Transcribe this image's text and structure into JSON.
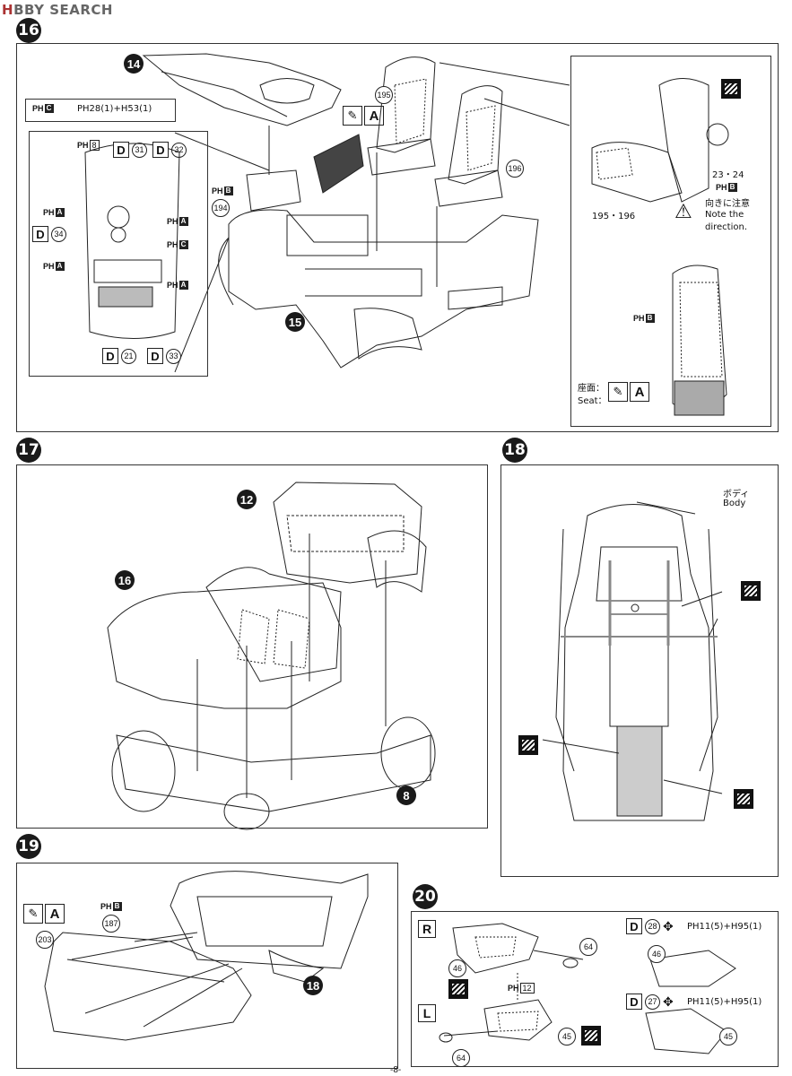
{
  "header": {
    "logo_hb": "H",
    "logo_rest": "BBY SEARCH"
  },
  "steps": {
    "s16": "16",
    "s17": "17",
    "s18": "18",
    "s19": "19",
    "s20": "20"
  },
  "step16": {
    "ph_c_label": "PH",
    "ph_c_letter": "C",
    "ph_mix": "PH28(1)+H53(1)",
    "part14": "14",
    "part15": "15",
    "brush_letter": "A",
    "p195": "195",
    "p196": "196",
    "p194": "194",
    "ph_b_194": "B",
    "inset_ph8": "8",
    "d31": "31",
    "d32": "32",
    "d34": "34",
    "d21": "21",
    "d33": "33",
    "ph_a": "A",
    "ph_c": "C",
    "d_letter": "D",
    "detail_p195_196": "195・196",
    "detail_p23_24": "23・24",
    "detail_ph_b": "B",
    "note_jp": "向きに注意",
    "note_en1": "Note the",
    "note_en2": "direction.",
    "seat_ph_b": "B",
    "seat_jp": "座面：",
    "seat_en": "Seat："
  },
  "step17": {
    "part12": "12",
    "part16": "16",
    "part8": "8"
  },
  "step18": {
    "body_jp": "ボディ",
    "body_en": "Body"
  },
  "step19": {
    "brush_letter": "A",
    "ph_b": "B",
    "p187": "187",
    "p203": "203",
    "part18": "18"
  },
  "step20": {
    "R": "R",
    "L": "L",
    "p64a": "64",
    "p64b": "64",
    "p46a": "46",
    "p46b": "46",
    "p45a": "45",
    "p45b": "45",
    "ph12": "12",
    "d28": "28",
    "d27": "27",
    "mix1": "PH11(5)+H95(1)",
    "mix2": "PH11(5)+H95(1)"
  },
  "footer": {
    "page": "-8-"
  }
}
